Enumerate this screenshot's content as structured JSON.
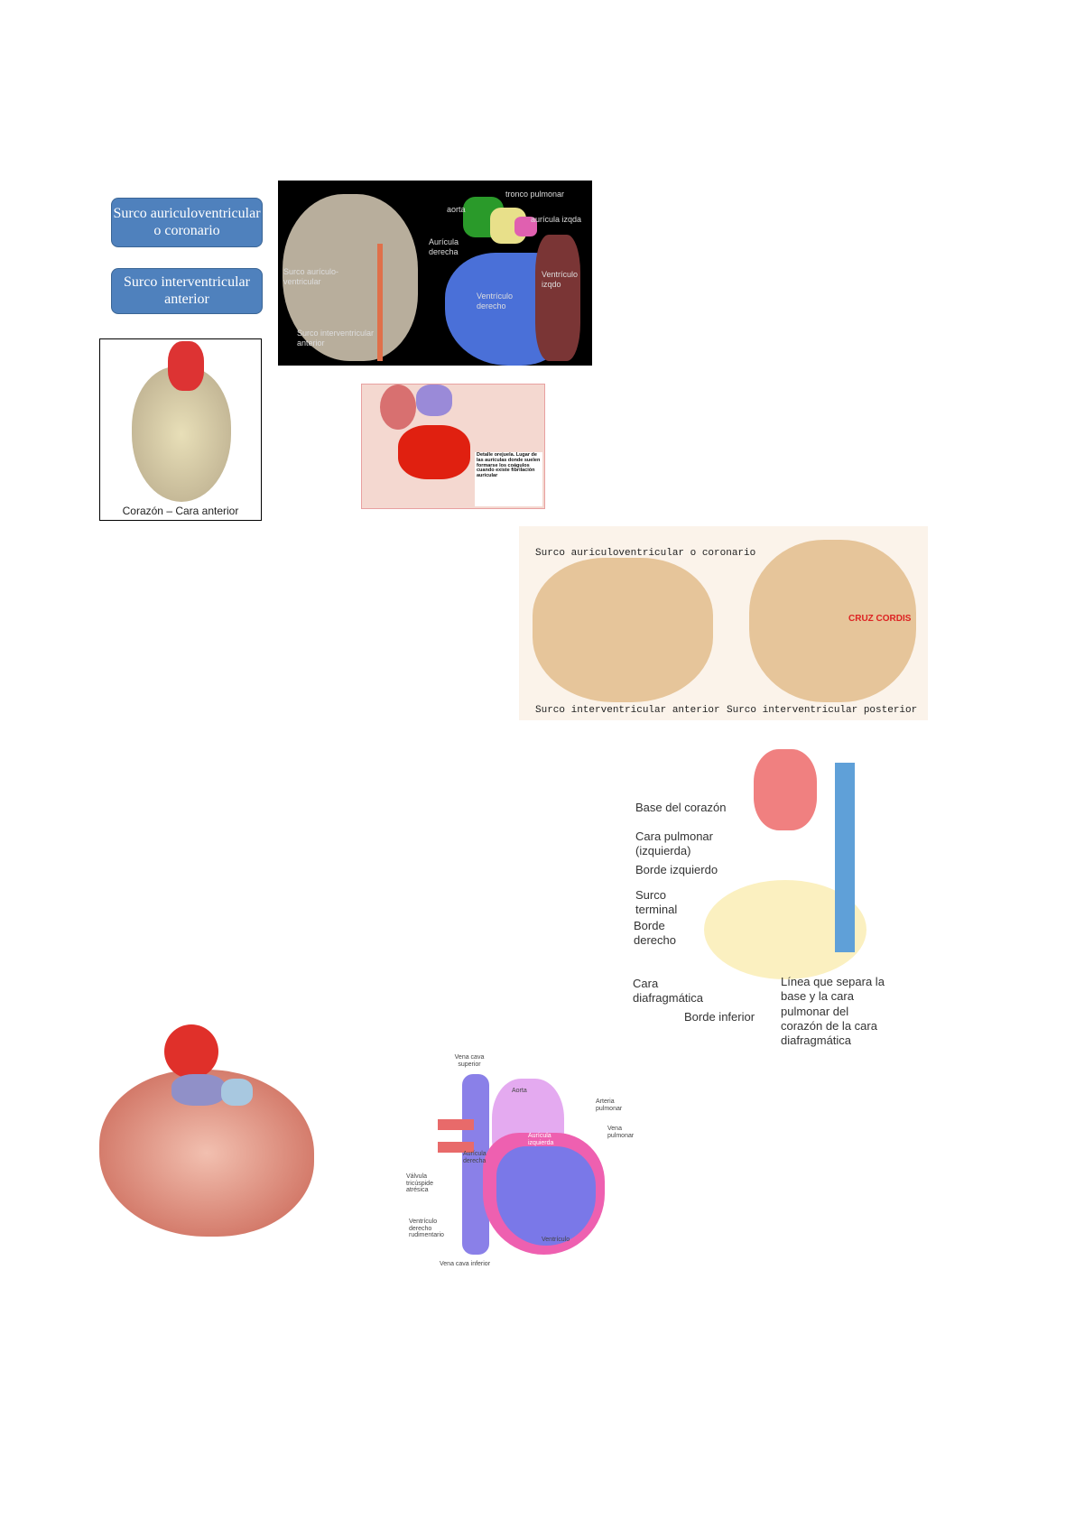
{
  "buttons": {
    "coronary": "Surco auriculoventricular o coronario",
    "interventricular": "Surco interventricular anterior"
  },
  "fig_anterior": {
    "caption": "Corazón – Cara anterior"
  },
  "fig_colored": {
    "labels": [
      "tronco pulmonar",
      "aorta",
      "aurícula izqda",
      "Aurícula derecha",
      "Surco aurículo-ventricular",
      "Ventrículo izqdo",
      "Ventrículo derecho",
      "Surco interventricular anterior"
    ]
  },
  "fig_orejuela": {
    "text": "Detalle orejuela. Lugar de las aurículas donde suelen formarse los coágulos cuando existe fibrilación auricular"
  },
  "fig_surcos": {
    "top": "Surco auriculoventricular o coronario",
    "cruz": "CRUZ CORDIS",
    "bottom_left": "Surco interventricular anterior",
    "bottom_right": "Surco interventricular posterior"
  },
  "fig_base": {
    "labels": [
      "Base del corazón",
      "Cara pulmonar (izquierda)",
      "Borde izquierdo",
      "Surco terminal",
      "Borde derecho",
      "Cara diafragmática",
      "Borde inferior",
      "Línea que separa la base y la cara pulmonar del corazón de la cara diafragmática"
    ]
  },
  "fig_flow": {
    "labels": [
      "Vena cava superior",
      "Aorta",
      "Arteria pulmonar",
      "Vena pulmonar",
      "Aurícula izquierda",
      "Aurícula derecha",
      "Válvula tricúspide atrésica",
      "Ventrículo derecho rudimentario",
      "Ventrículo",
      "Vena cava inferior"
    ]
  }
}
